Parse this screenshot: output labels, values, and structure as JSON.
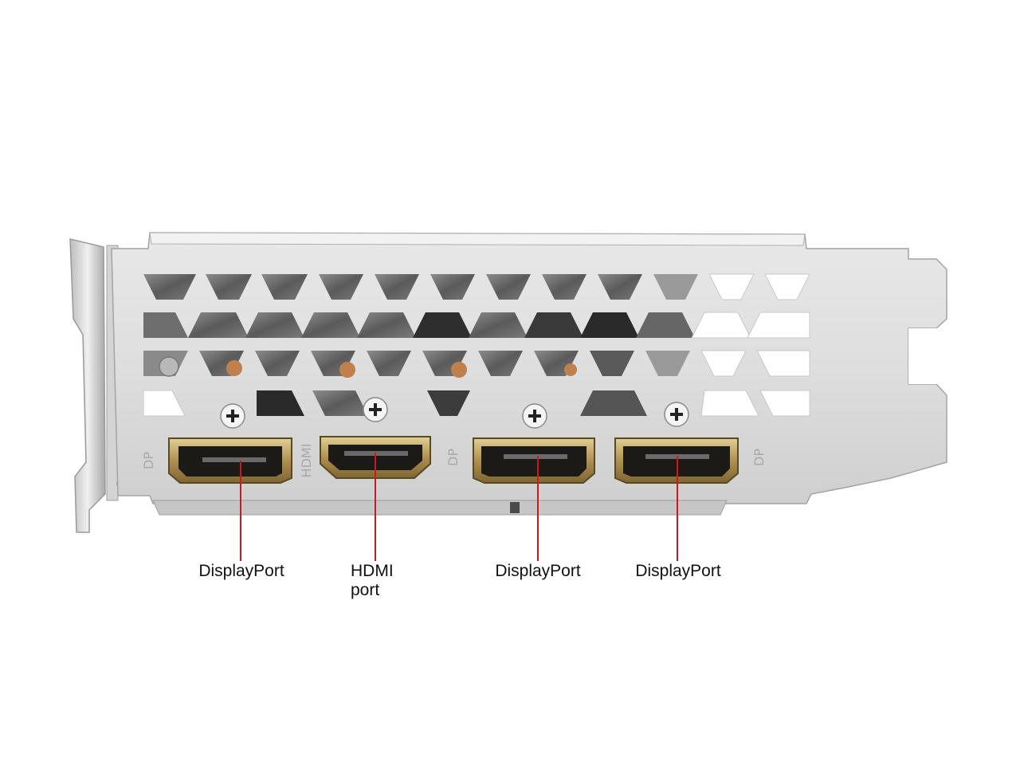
{
  "figure": {
    "subject": "graphics-card-io-bracket",
    "colors": {
      "bracket": "#dcdcdc",
      "bracket_shadow": "#9a9a9a",
      "port_gold": "#b8a064",
      "port_dark": "#1c1a16",
      "leader_line": "#d01818",
      "text": "#111111"
    }
  },
  "bracket_markings": {
    "dp_left": "DP",
    "hdmi": "HDMI",
    "dp_middle": "DP",
    "dp_right": "DP"
  },
  "callouts": [
    {
      "id": "dp1",
      "lines": [
        "DisplayPort"
      ]
    },
    {
      "id": "hdmi",
      "lines": [
        "HDMI",
        "port"
      ]
    },
    {
      "id": "dp2",
      "lines": [
        "DisplayPort"
      ]
    },
    {
      "id": "dp3",
      "lines": [
        "DisplayPort"
      ]
    }
  ]
}
